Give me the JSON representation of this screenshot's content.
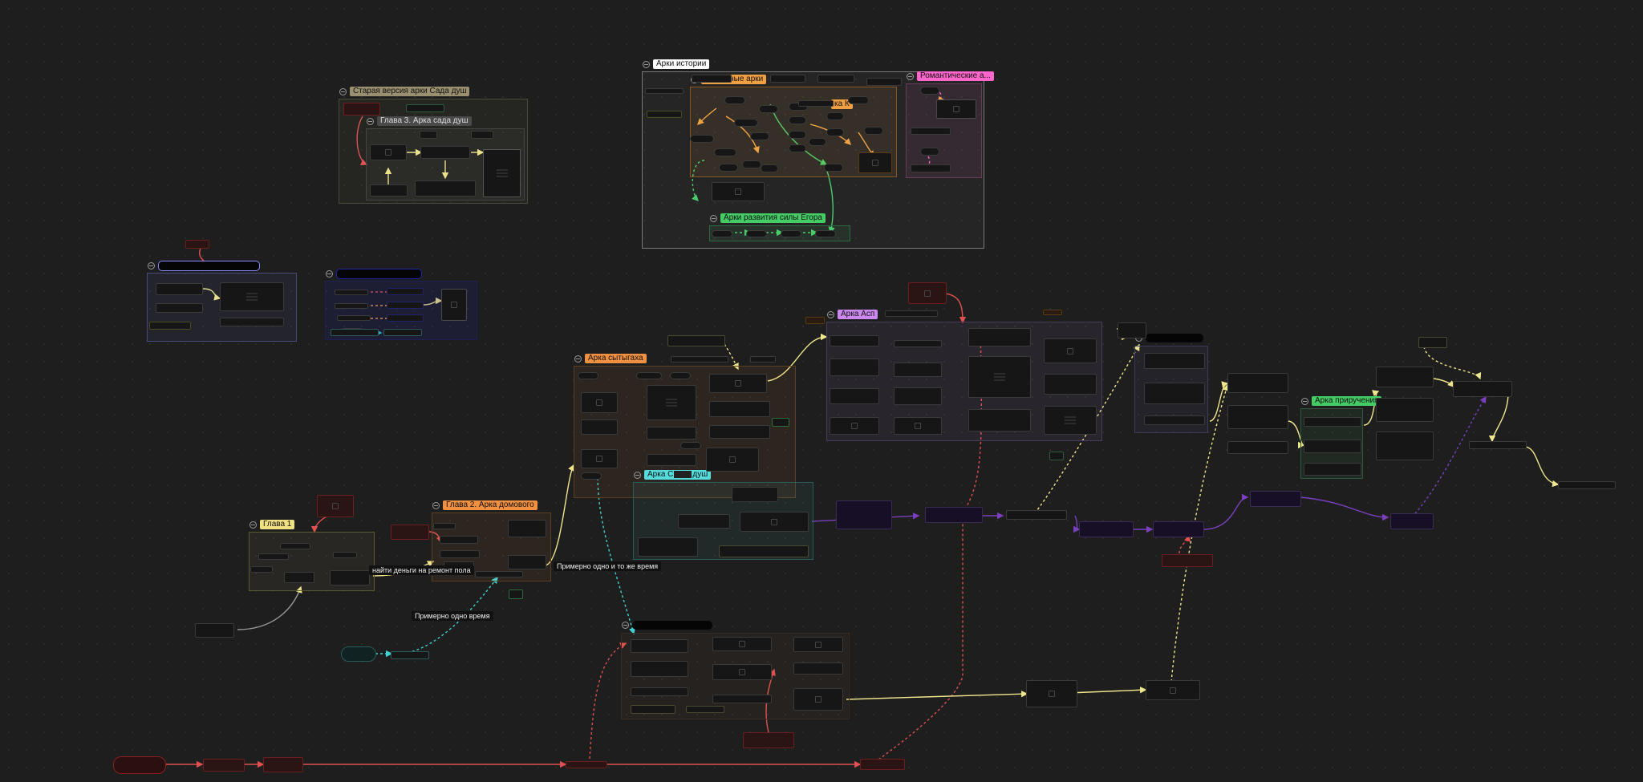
{
  "canvas": {
    "background": "#1e1e1e"
  },
  "groups": {
    "story_arcs": {
      "title": "Арки истории",
      "color": "#ffffff"
    },
    "plot_arcs": {
      "title": "Сюжетные арки",
      "color": "#f0a040"
    },
    "plot_arcs_tail": {
      "title": "ка К"
    },
    "romantic": {
      "title": "Романтические а...",
      "color": "#ff66cc"
    },
    "egor_power": {
      "title": "Арки развития силы Егора",
      "color": "#44cc66"
    },
    "old_soul_garden": {
      "title": "Старая версия арки Сада душ",
      "color": "#9a9070"
    },
    "chapter3": {
      "title": "Глава 3. Арка сада душ",
      "color": "#555555"
    },
    "syt_arc": {
      "title": "Арка сытыгаха",
      "color": "#f09040"
    },
    "asp_arc": {
      "title": "Арка Асп",
      "color": "#cc88ee"
    },
    "chapter1": {
      "title": "Глава 1",
      "color": "#f0e080"
    },
    "chapter2": {
      "title": "Глава 2. Арка домового",
      "color": "#f09040"
    },
    "cyan_arc": {
      "title": "Арка С",
      "tail": "душ",
      "color": "#55dddd"
    },
    "tame_arc": {
      "title": "Арка приручения",
      "color": "#44cc66"
    }
  },
  "labels": {
    "money": "найти деньги на ремонт пола",
    "same_time": "Примерно одно и то же время",
    "one_time": "Примерно одно время"
  },
  "colors": {
    "yellow": "#f0e68c",
    "orange": "#f0a040",
    "red": "#e05050",
    "green": "#44cc66",
    "cyan": "#40d0d0",
    "purple": "#7a3fbf",
    "gray": "#9a9a9a"
  }
}
